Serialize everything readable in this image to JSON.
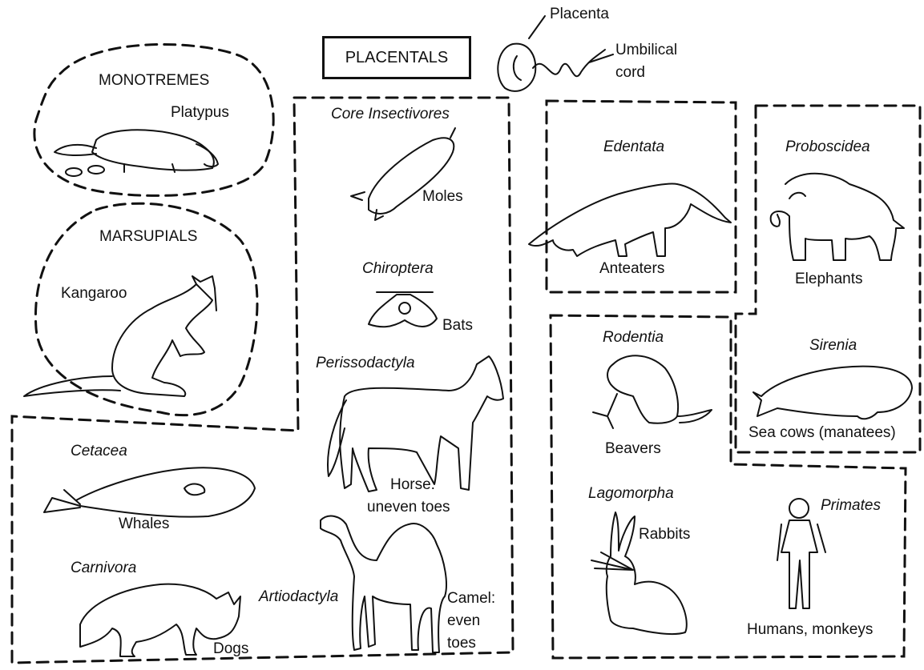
{
  "title": "PLACENTALS",
  "annotations": {
    "placenta": "Placenta",
    "umbilical_line1": "Umbilical",
    "umbilical_line2": "cord"
  },
  "groups": {
    "monotremes": {
      "heading": "MONOTREMES",
      "animal": "Platypus"
    },
    "marsupials": {
      "heading": "MARSUPIALS",
      "animal": "Kangaroo"
    },
    "core_insectivores": {
      "order": "Core Insectivores",
      "animal": "Moles"
    },
    "chiroptera": {
      "order": "Chiroptera",
      "animal": "Bats"
    },
    "perissodactyla": {
      "order": "Perissodactyla",
      "animal_line1": "Horse:",
      "animal_line2": "uneven toes"
    },
    "artiodactyla": {
      "order": "Artiodactyla",
      "animal_line1": "Camel:",
      "animal_line2": "even",
      "animal_line3": "toes"
    },
    "cetacea": {
      "order": "Cetacea",
      "animal": "Whales"
    },
    "carnivora": {
      "order": "Carnivora",
      "animal": "Dogs"
    },
    "edentata": {
      "order": "Edentata",
      "animal": "Anteaters"
    },
    "proboscidea": {
      "order": "Proboscidea",
      "animal": "Elephants"
    },
    "sirenia": {
      "order": "Sirenia",
      "animal": "Sea cows (manatees)"
    },
    "rodentia": {
      "order": "Rodentia",
      "animal": "Beavers"
    },
    "lagomorpha": {
      "order": "Lagomorpha",
      "animal": "Rabbits"
    },
    "primates": {
      "order": "Primates",
      "animal": "Humans, monkeys"
    }
  }
}
